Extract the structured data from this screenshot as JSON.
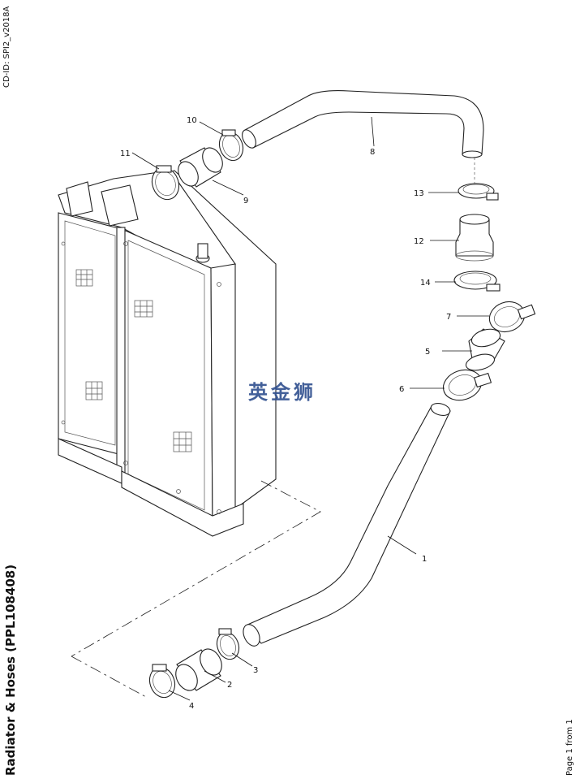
{
  "header": {
    "cd_id": "CD-ID: SPI2_v2018A",
    "title": "Radiator & Hoses (PPL108408)",
    "page": "Page 1 from 1"
  },
  "watermark": "英金狮",
  "callouts": [
    {
      "id": "c1",
      "label": "1"
    },
    {
      "id": "c2",
      "label": "2"
    },
    {
      "id": "c3",
      "label": "3"
    },
    {
      "id": "c4",
      "label": "4"
    },
    {
      "id": "c5",
      "label": "5"
    },
    {
      "id": "c6",
      "label": "6"
    },
    {
      "id": "c7",
      "label": "7"
    },
    {
      "id": "c8",
      "label": "8"
    },
    {
      "id": "c9",
      "label": "9"
    },
    {
      "id": "c10",
      "label": "10"
    },
    {
      "id": "c11",
      "label": "11"
    },
    {
      "id": "c12",
      "label": "12"
    },
    {
      "id": "c13",
      "label": "13"
    },
    {
      "id": "c14",
      "label": "14"
    }
  ]
}
